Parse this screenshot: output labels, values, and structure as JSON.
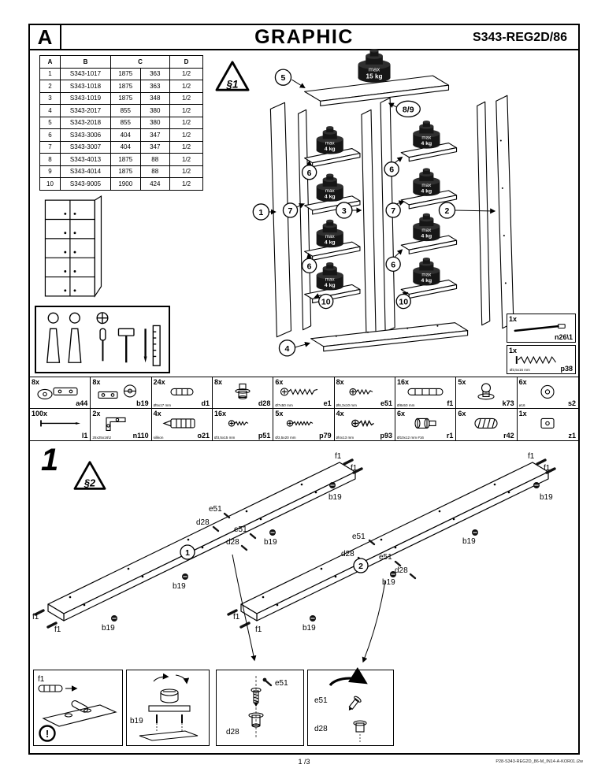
{
  "header": {
    "sheet_letter": "A",
    "title": "GRAPHIC",
    "model": "S343-REG2D/86"
  },
  "section_markers": {
    "marker1": "§1",
    "marker2": "§2"
  },
  "parts_table": {
    "headers": [
      "A",
      "B",
      "C",
      "D"
    ],
    "rows": [
      [
        "1",
        "S343-1017",
        "1875",
        "363",
        "1/2"
      ],
      [
        "2",
        "S343-1018",
        "1875",
        "363",
        "1/2"
      ],
      [
        "3",
        "S343-1019",
        "1875",
        "348",
        "1/2"
      ],
      [
        "4",
        "S343-2017",
        "855",
        "380",
        "1/2"
      ],
      [
        "5",
        "S343-2018",
        "855",
        "380",
        "1/2"
      ],
      [
        "6",
        "S343-3006",
        "404",
        "347",
        "1/2"
      ],
      [
        "7",
        "S343-3007",
        "404",
        "347",
        "1/2"
      ],
      [
        "8",
        "S343-4013",
        "1875",
        "88",
        "1/2"
      ],
      [
        "9",
        "S343-4014",
        "1875",
        "88",
        "1/2"
      ],
      [
        "10",
        "S343-9005",
        "1900",
        "424",
        "1/2"
      ]
    ]
  },
  "diagram": {
    "weight_top": {
      "line1": "max",
      "line2": "15 kg"
    },
    "weight_shelf": {
      "line1": "max",
      "line2": "4 kg"
    },
    "callouts": {
      "c1": "1",
      "c2": "2",
      "c3": "3",
      "c4": "4",
      "c5": "5",
      "c6": "6",
      "c7": "7",
      "c89": "8/9",
      "c10": "10"
    }
  },
  "accessories": [
    {
      "qty": "1x",
      "code": "n26\\1",
      "size": ""
    },
    {
      "qty": "1x",
      "code": "p38",
      "size": "Ø3,5x16 mm"
    }
  ],
  "hardware": {
    "row1": [
      {
        "qty": "8x",
        "code": "a44",
        "size": ""
      },
      {
        "qty": "8x",
        "code": "b19",
        "size": ""
      },
      {
        "qty": "24x",
        "code": "d1",
        "size": "Ø5x17 mm"
      },
      {
        "qty": "8x",
        "code": "d28",
        "size": ""
      },
      {
        "qty": "6x",
        "code": "e1",
        "size": "Ø7x50 mm"
      },
      {
        "qty": "8x",
        "code": "e51",
        "size": "Ø6,3x10 mm"
      },
      {
        "qty": "16x",
        "code": "f1",
        "size": "Ø8x50 mm"
      },
      {
        "qty": "5x",
        "code": "k73",
        "size": ""
      },
      {
        "qty": "6x",
        "code": "s2",
        "size": "ø16"
      }
    ],
    "row2": [
      {
        "qty": "100x",
        "code": "l1",
        "size": ""
      },
      {
        "qty": "2x",
        "code": "n110",
        "size": "25x25x16\\2"
      },
      {
        "qty": "4x",
        "code": "o21",
        "size": "silikon"
      },
      {
        "qty": "16x",
        "code": "p51",
        "size": "Ø3,5x15 mm"
      },
      {
        "qty": "5x",
        "code": "p79",
        "size": "Ø3,5x20 mm"
      },
      {
        "qty": "4x",
        "code": "p93",
        "size": "Ø4x13 mm"
      },
      {
        "qty": "6x",
        "code": "r1",
        "size": "Ø10x12 mm #16"
      },
      {
        "qty": "6x",
        "code": "r42",
        "size": ""
      },
      {
        "qty": "1x",
        "code": "z1",
        "size": ""
      }
    ]
  },
  "step1": {
    "number": "1",
    "panel1": "1",
    "panel2": "2",
    "labels": {
      "f1": "f1",
      "b19": "b19",
      "e51": "e51",
      "d28": "d28"
    },
    "warning_mark": "!"
  },
  "footer": {
    "page": "1 /3",
    "filename": "P28-S343-REG2D_86-M_IN14-A-KOR01.i2w"
  }
}
